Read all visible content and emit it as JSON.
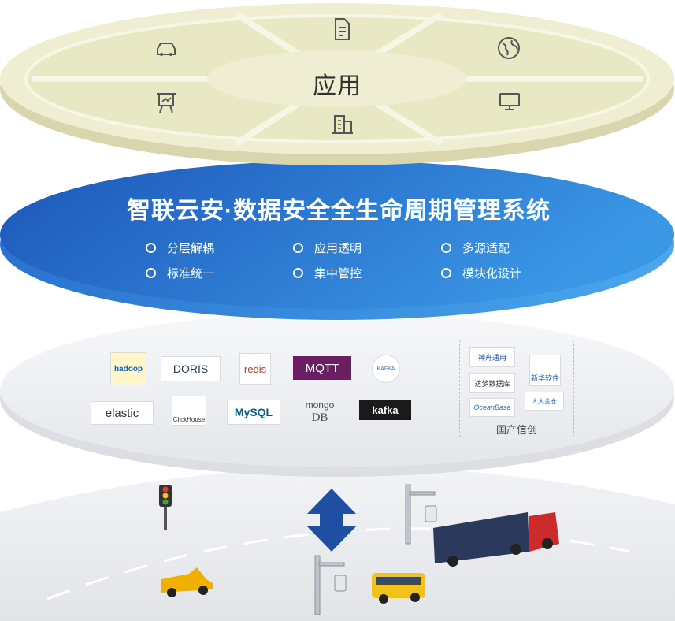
{
  "application_layer": {
    "title": "应用",
    "icons": [
      "car-icon",
      "document-icon",
      "globe-icon",
      "presentation-icon",
      "monitor-icon",
      "building-icon"
    ]
  },
  "system_layer": {
    "title": "智联云安·数据安全全生命周期管理系统",
    "features": [
      "分层解耦",
      "应用透明",
      "多源适配",
      "标准统一",
      "集中管控",
      "模块化设计"
    ]
  },
  "data_layer": {
    "logos": [
      "hadoop",
      "DORIS",
      "redis",
      "MQTT",
      "KAFKA",
      "elastic",
      "ClickHouse",
      "MySQL",
      "mongo",
      "DB",
      "kafka"
    ],
    "domestic_logos": [
      "神舟通用",
      "达梦数据库",
      "OceanBase",
      "新华软件",
      "人大金仓"
    ],
    "domestic_label": "国产信创"
  },
  "colors": {
    "app_disc": "#efeed2",
    "app_disc_edge": "#d9d6ae",
    "system_disc_dark": "#1d56b8",
    "system_disc_light": "#3a97e6",
    "data_disc": "#f0f1f3",
    "arrow": "#1e4fa3"
  }
}
